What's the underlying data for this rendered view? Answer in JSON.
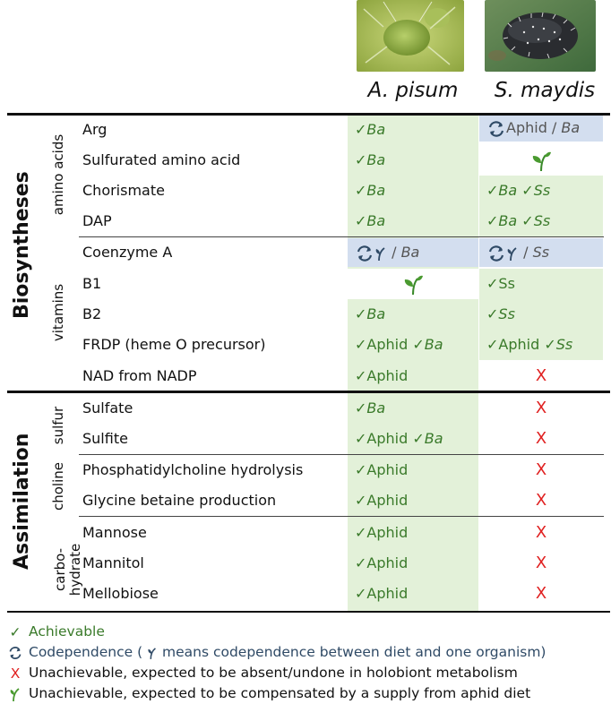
{
  "species": {
    "a_pisum": "A. pisum",
    "s_maydis": "S. maydis"
  },
  "groups": {
    "biosyntheses": "Biosyntheses",
    "assimilation": "Assimilation"
  },
  "subgroups": {
    "amino_acids": "amino acids",
    "vitamins": "vitamins",
    "sulfur": "sulfur",
    "choline": "choline",
    "carbohydrate_1": "carbo-",
    "carbohydrate_2": "hydrate"
  },
  "rows": [
    {
      "label": "Arg",
      "a": {
        "check": "✓",
        "org": "Ba"
      },
      "s": {
        "prefix": "Aphid / ",
        "org": "Ba"
      }
    },
    {
      "label": "Sulfurated amino acid",
      "a": {
        "check": "✓",
        "org": "Ba"
      }
    },
    {
      "label": "Chorismate",
      "a": {
        "check": "✓",
        "org": "Ba"
      },
      "s": {
        "c1": "✓",
        "o1": "Ba",
        "c2": "✓",
        "o2": "Ss"
      }
    },
    {
      "label": "DAP",
      "a": {
        "check": "✓",
        "org": "Ba"
      },
      "s": {
        "c1": "✓",
        "o1": "Ba",
        "c2": "✓",
        "o2": "Ss"
      }
    },
    {
      "label": "Coenzyme A",
      "a": {
        "sep": " / ",
        "org": "Ba"
      },
      "s": {
        "sep": " / ",
        "org": "Ss"
      }
    },
    {
      "label": "B1",
      "s": {
        "text": "✓Ss"
      }
    },
    {
      "label": "B2",
      "a": {
        "check": "✓",
        "org": "Ba"
      },
      "s": {
        "check": "✓",
        "org": "Ss"
      }
    },
    {
      "label": "FRDP (heme O precursor)",
      "a": {
        "t1": "✓Aphid ✓",
        "org": "Ba"
      },
      "s": {
        "t1": "✓Aphid ✓",
        "org": "Ss"
      }
    },
    {
      "label": "NAD from NADP",
      "a": {
        "text": "✓Aphid"
      },
      "s": {
        "x": "X"
      }
    },
    {
      "label": "Sulfate",
      "a": {
        "check": "✓",
        "org": "Ba"
      },
      "s": {
        "x": "X"
      }
    },
    {
      "label": "Sulfite",
      "a": {
        "t1": "✓Aphid ✓",
        "org": "Ba"
      },
      "s": {
        "x": "X"
      }
    },
    {
      "label": "Phosphatidylcholine hydrolysis",
      "a": {
        "text": "✓Aphid"
      },
      "s": {
        "x": "X"
      }
    },
    {
      "label": "Glycine betaine production",
      "a": {
        "text": "✓Aphid"
      },
      "s": {
        "x": "X"
      }
    },
    {
      "label": "Mannose",
      "a": {
        "text": "✓Aphid"
      },
      "s": {
        "x": "X"
      }
    },
    {
      "label": "Mannitol",
      "a": {
        "text": "✓Aphid"
      },
      "s": {
        "x": "X"
      }
    },
    {
      "label": "Mellobiose",
      "a": {
        "text": "✓Aphid"
      },
      "s": {
        "x": "X"
      }
    }
  ],
  "legend": {
    "achievable_icon": "✓",
    "achievable": "Achievable",
    "codependence_pre": "Codependence (",
    "codependence_post": " means codependence between diet and one organism)",
    "unachievable_icon": "X",
    "unachievable_absent": "Unachievable, expected to be absent/undone in holobiont metabolism",
    "unachievable_diet": "Unachievable, expected to be compensated by a supply from aphid diet"
  },
  "colors": {
    "achievable_green": "#3a7a2a",
    "cell_green": "#e3f1d9",
    "cell_blue": "#d3deef",
    "unachievable_red": "#e02020"
  }
}
